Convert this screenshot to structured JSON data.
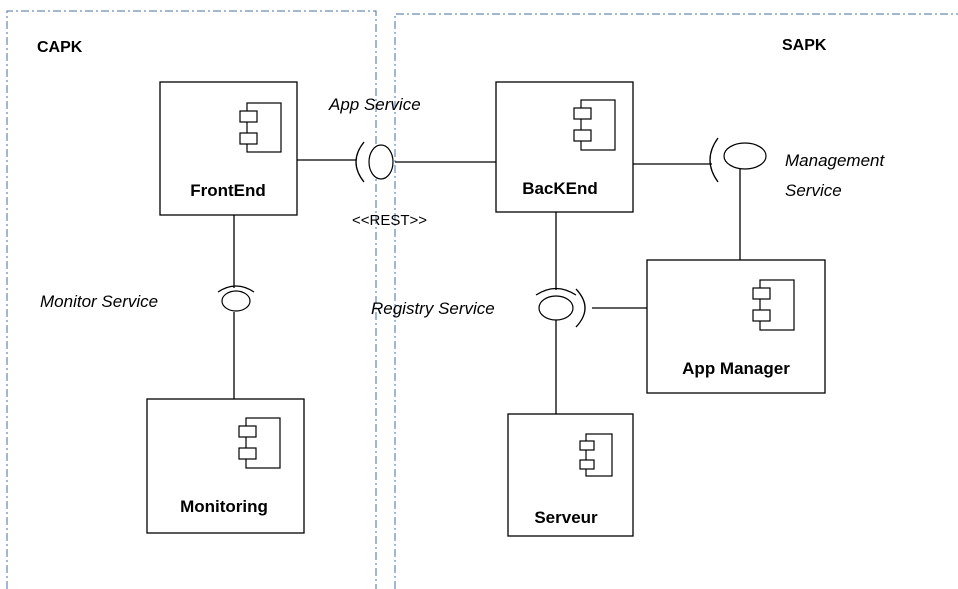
{
  "packages": {
    "capk": "CAPK",
    "sapk": "SAPK"
  },
  "components": {
    "frontend": "FrontEnd",
    "backend": "BacKEnd",
    "monitoring": "Monitoring",
    "app_manager": "App Manager",
    "serveur": "Serveur"
  },
  "services": {
    "app_service": "App Service",
    "rest": "<<REST>>",
    "monitor_service": "Monitor Service",
    "registry_service": "Registry Service",
    "management_service_line1": "Management",
    "management_service_line2": "Service"
  },
  "icons": {
    "component": "uml-component-icon",
    "interface": "lollipop-socket-icon"
  },
  "colors": {
    "package_border": "#4a6fa0",
    "lines": "#000000"
  }
}
